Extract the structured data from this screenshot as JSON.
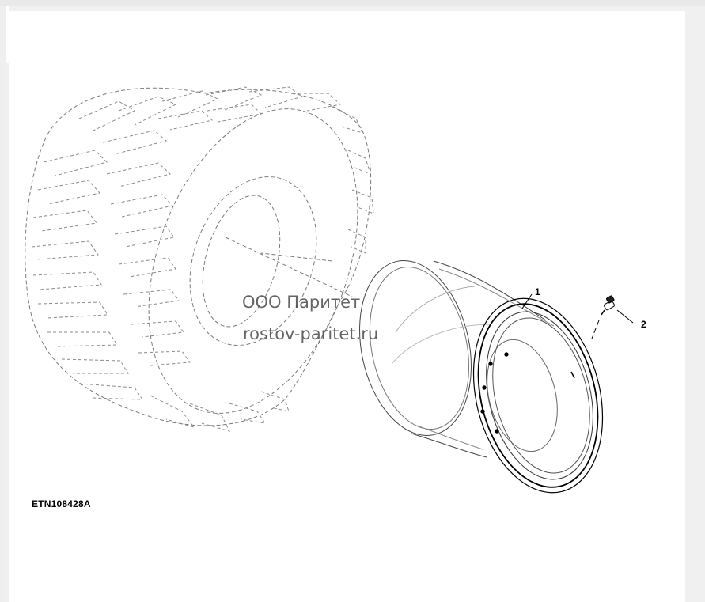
{
  "figure": {
    "reference_code": "ETN108428A",
    "callouts": [
      "1",
      "2"
    ]
  },
  "watermark": {
    "line1": "ООО Паритет",
    "line2": "rostov-paritet.ru"
  }
}
